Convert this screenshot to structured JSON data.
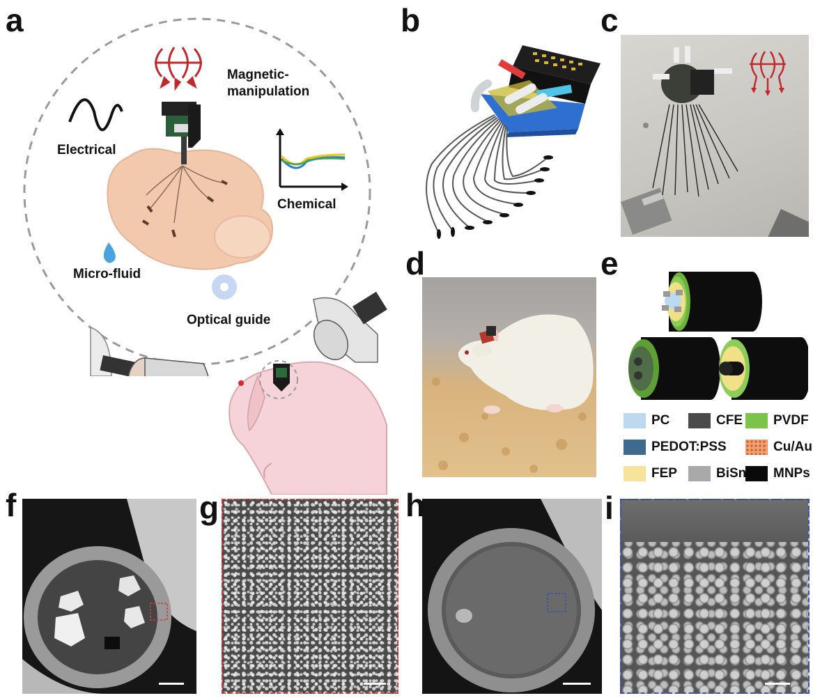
{
  "panels": {
    "a": {
      "letter": "a",
      "labels": {
        "magnetic": "Magnetic-\nmanipulation",
        "electrical": "Electrical",
        "chemical": "Chemical",
        "microfluid": "Micro-fluid",
        "optical": "Optical guide"
      }
    },
    "b": {
      "letter": "b"
    },
    "c": {
      "letter": "c"
    },
    "d": {
      "letter": "d"
    },
    "e": {
      "letter": "e",
      "legend": [
        {
          "label": "PC",
          "color": "#bcd9ef"
        },
        {
          "label": "CFE",
          "color": "#4a4a4a"
        },
        {
          "label": "PVDF",
          "color": "#7cc34a"
        },
        {
          "label": "PEDOT:PSS",
          "color": "#3f6a8f"
        },
        {
          "label": "Cu/Au",
          "color": "#f0a070"
        },
        {
          "label": "FEP",
          "color": "#f7e49a"
        },
        {
          "label": "BiSn",
          "color": "#a9a9a9"
        },
        {
          "label": "MNPs",
          "color": "#0a0a0a"
        }
      ]
    },
    "f": {
      "letter": "f"
    },
    "g": {
      "letter": "g"
    },
    "h": {
      "letter": "h"
    },
    "i": {
      "letter": "i"
    }
  },
  "colors": {
    "accent_red": "#c0282e",
    "dashed_circle": "#9a9a9a",
    "inset_box_red": "#d23b3b",
    "inset_box_blue": "#3a4fa8"
  }
}
